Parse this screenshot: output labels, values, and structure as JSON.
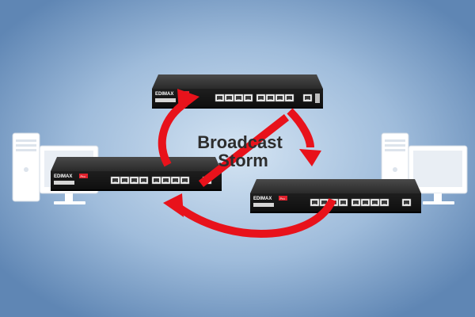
{
  "label": {
    "line1": "Broadcast",
    "line2": "Storm"
  },
  "brand": "EDIMAX",
  "brand_tag": "Pro",
  "colors": {
    "background_center": "#c9dcee",
    "background_edge": "#5f86b4",
    "arrow": "#e8121b",
    "switch_body": "#2a2a2a",
    "computer": "#ffffff"
  },
  "icons": [
    "switch-icon",
    "computer-icon",
    "loop-arrow-icon"
  ]
}
